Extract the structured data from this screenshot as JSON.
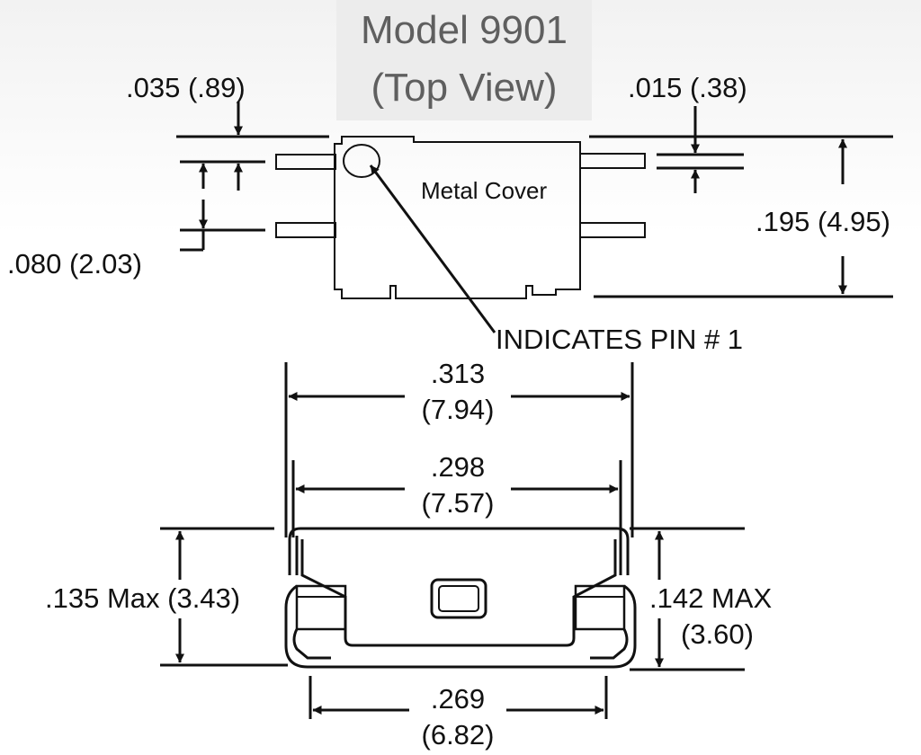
{
  "title": {
    "line1": "Model 9901",
    "line2": "(Top View)"
  },
  "top_view": {
    "pin_width": ".035 (.89)",
    "pin_thickness": ".015 (.38)",
    "pin_spacing": ".080 (2.03)",
    "body_height": ".195 (4.95)",
    "cover_label": "Metal Cover",
    "pin1_label": "INDICATES PIN # 1"
  },
  "side_view": {
    "overall_width": {
      "inch": ".313",
      "mm": "(7.94)"
    },
    "inner_width": {
      "inch": ".298",
      "mm": "(7.57)"
    },
    "base_width": {
      "inch": ".269",
      "mm": "(6.82)"
    },
    "height_left": ".135 Max (3.43)",
    "height_right": {
      "inch": ".142 MAX",
      "mm": "(3.60)"
    }
  },
  "colors": {
    "ink": "#111111",
    "title_text": "#5f5f5f",
    "title_box": "#ececec"
  }
}
